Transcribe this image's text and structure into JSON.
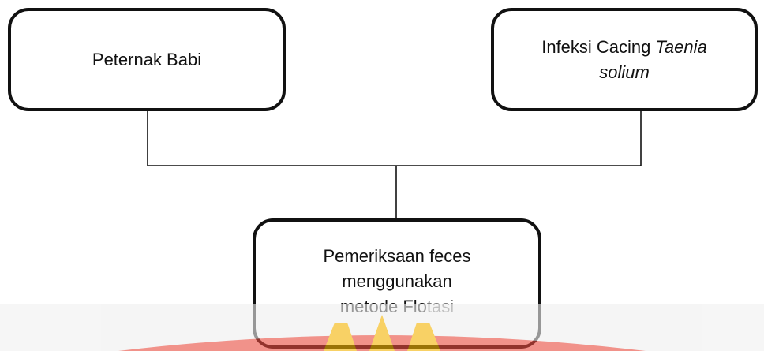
{
  "nodes": {
    "left": {
      "text": "Peternak Babi"
    },
    "right": {
      "line1_plain": "Infeksi Cacing ",
      "line1_italic": "Taenia",
      "line2_italic": "solium"
    },
    "bottom": {
      "line1": "Pemeriksaan feces",
      "line2": "menggunakan",
      "line3_a": "metode F",
      "line3_b": "lo",
      "line3_c": "tasi"
    }
  },
  "edges": [
    {
      "from": "left",
      "to": "bottom"
    },
    {
      "from": "right",
      "to": "bottom"
    }
  ],
  "colors": {
    "stroke": "#111111",
    "watermark_band": "#f0f0f0",
    "watermark_red": "#e8372a",
    "watermark_yellow": "#f5b400"
  }
}
